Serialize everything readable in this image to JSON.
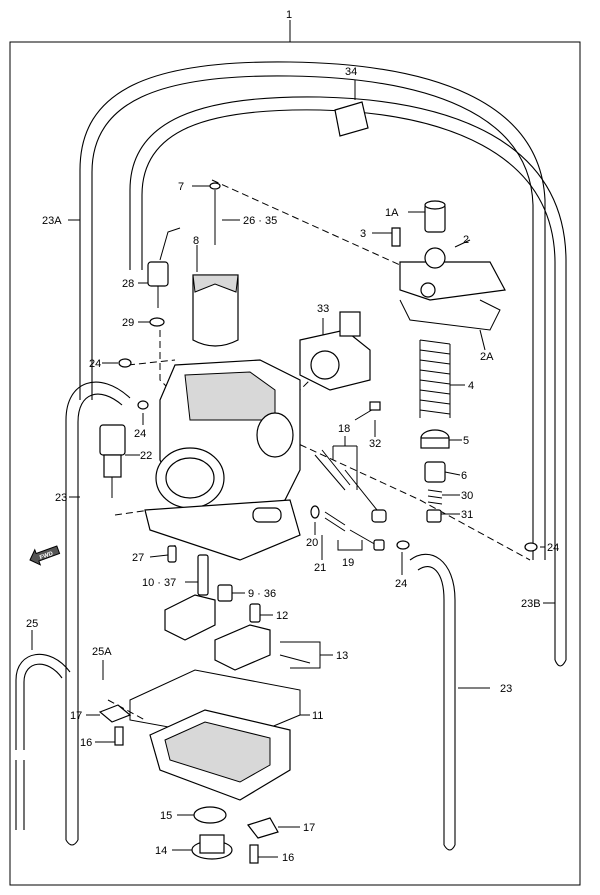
{
  "labels": {
    "l1": "1",
    "l34": "34",
    "l23A": "23A",
    "l7": "7",
    "l2635": "26 · 35",
    "l1A": "1A",
    "l3": "3",
    "l2": "2",
    "l8": "8",
    "l28": "28",
    "l29": "29",
    "l33": "33",
    "l2A": "2A",
    "l24a": "24",
    "l4": "4",
    "l24b": "24",
    "l32": "32",
    "l18": "18",
    "l5": "5",
    "l22": "22",
    "l23a": "23",
    "l6": "6",
    "l30": "30",
    "l31": "31",
    "l20": "20",
    "l21": "21",
    "l19": "19",
    "l24c": "24",
    "l24d": "24",
    "l27": "27",
    "l1037": "10 · 37",
    "l936": "9 · 36",
    "l23B": "23B",
    "l12": "12",
    "l25": "25",
    "l25A": "25A",
    "l13": "13",
    "l23b": "23",
    "l17a": "17",
    "l11": "11",
    "l16a": "16",
    "l15": "15",
    "l17b": "17",
    "l14": "14",
    "l16b": "16",
    "fwd": "FWD"
  }
}
